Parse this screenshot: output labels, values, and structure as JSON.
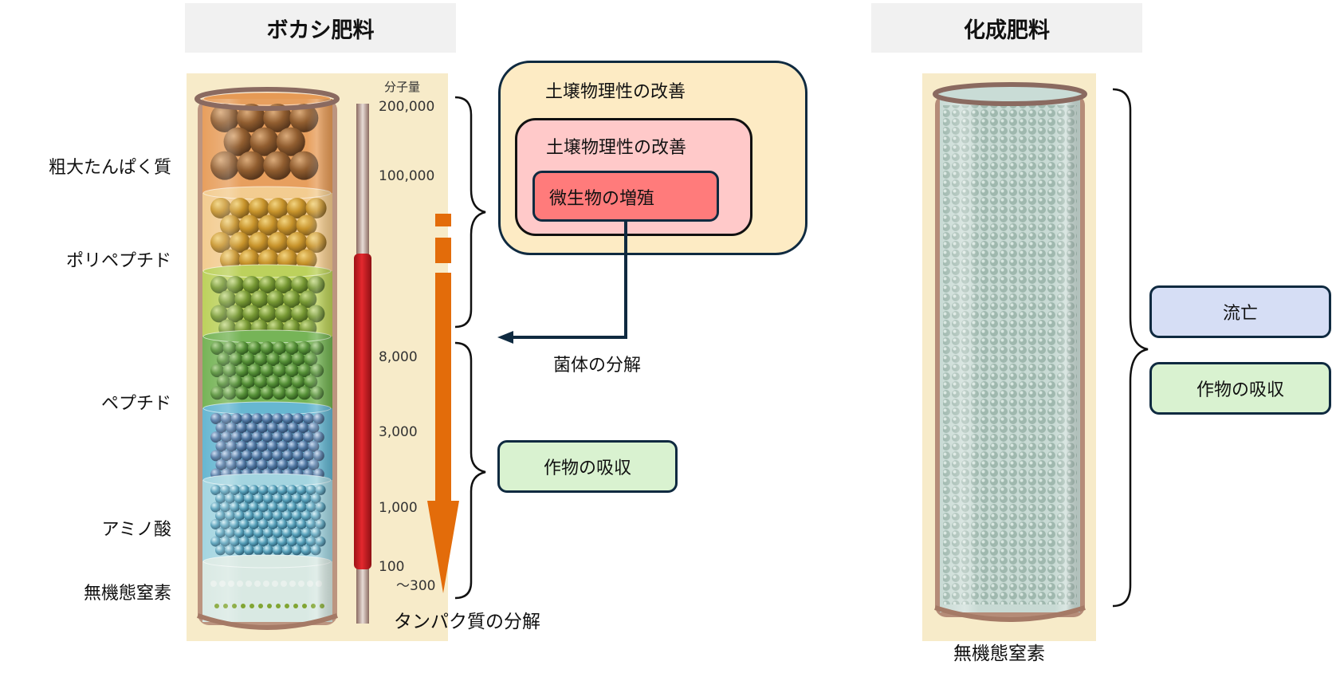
{
  "left_panel": {
    "title": "ボカシ肥料",
    "mw_axis_title": "分子量",
    "mw_ticks": [
      "200,000",
      "100,000",
      "8,000",
      "3,000",
      "1,000",
      "100",
      "～300"
    ],
    "layer_labels": [
      "粗大たんぱく質",
      "ポリペプチド",
      "ペプチド",
      "アミノ酸",
      "無機態窒素"
    ],
    "layers": [
      {
        "name": "粗大たんぱく質",
        "color": "#a0602a"
      },
      {
        "name": "ポリペプチド",
        "color": "#c98f25"
      },
      {
        "name": "ペプチド(大)",
        "color": "#7a9a2c"
      },
      {
        "name": "ペプチド(小)",
        "color": "#4f8a2a"
      },
      {
        "name": "アミノ酸(大)",
        "color": "#3f6f9a"
      },
      {
        "name": "アミノ酸(小)",
        "color": "#4a93b0"
      },
      {
        "name": "無機態窒素",
        "color": "#b8ccc4"
      }
    ],
    "decomposition_label": "タンパク質の分解",
    "nested_boxes": {
      "outer": "土壌物理性の改善",
      "middle": "土壌物理性の改善",
      "inner": "微生物の増殖"
    },
    "arrow_label": "菌体の分解",
    "absorption_box": "作物の吸収"
  },
  "right_panel": {
    "title": "化成肥料",
    "bottom_label": "無機態窒素",
    "boxes": {
      "runoff": "流亡",
      "absorption": "作物の吸収"
    }
  },
  "colors": {
    "title_bg": "#f1f1f1",
    "panel_bg": "#f7ebc9",
    "orange_arrow": "#e36c0a",
    "red_bar": "#d42027",
    "outer_box": "#fdebc4",
    "middle_box": "#ffc9c9",
    "inner_box": "#ff7b7b",
    "absorption_box": "#d9f2d0",
    "runoff_box": "#d6def5",
    "border": "#0f2a40"
  }
}
